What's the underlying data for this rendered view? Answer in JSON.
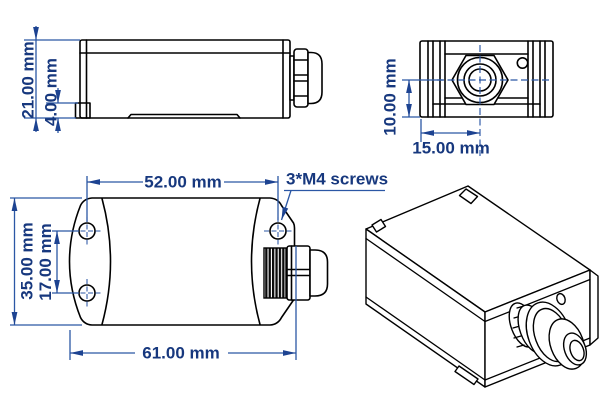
{
  "drawing": {
    "units": "mm",
    "colors": {
      "outline": "#000000",
      "dimension_line": "#2b57a5",
      "dimension_text": "#17387e",
      "background": "#ffffff"
    },
    "side_view": {
      "dim_overall_height": "21.00 mm",
      "dim_base_lip": "4.00 mm"
    },
    "front_view": {
      "dim_gland_center_from_bottom": "10.00 mm",
      "dim_gland_center_from_left": "15.00 mm"
    },
    "top_view": {
      "dim_hole_span": "52.00 mm",
      "dim_overall_width": "35.00 mm",
      "dim_hole_pitch": "17.00 mm",
      "dim_overall_length": "61.00 mm",
      "callout_screws": "3*M4 screws"
    },
    "values": {
      "overall_height_mm": 21.0,
      "base_lip_mm": 4.0,
      "gland_center_from_bottom_mm": 10.0,
      "gland_center_from_left_mm": 15.0,
      "hole_span_mm": 52.0,
      "overall_width_mm": 35.0,
      "hole_pitch_mm": 17.0,
      "overall_length_mm": 61.0,
      "screw_callout": {
        "count": 3,
        "thread": "M4"
      }
    }
  }
}
